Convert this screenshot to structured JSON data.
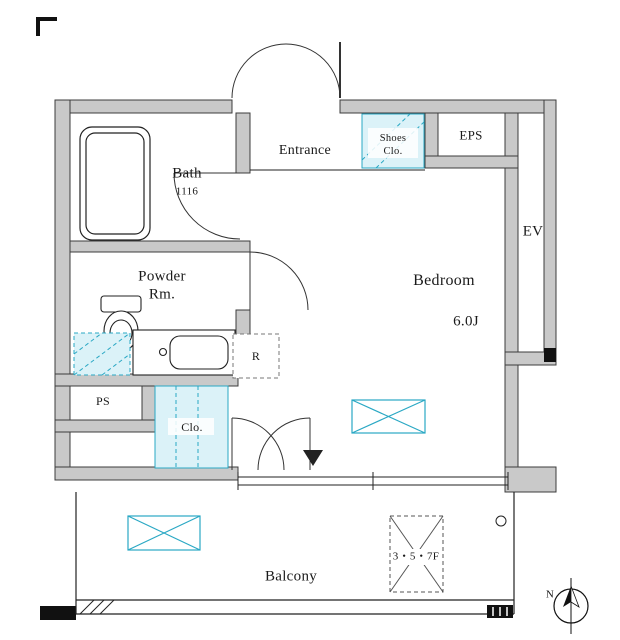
{
  "rooms": {
    "bath": {
      "label": "Bath",
      "size": "1116"
    },
    "powder": {
      "line1": "Powder",
      "line2": "Rm."
    },
    "entrance": {
      "label": "Entrance"
    },
    "shoes_closet": {
      "line1": "Shoes",
      "line2": "Clo."
    },
    "eps": {
      "label": "EPS"
    },
    "elevator": {
      "label": "EV"
    },
    "bedroom": {
      "label": "Bedroom",
      "size": "6.0J"
    },
    "refrigerator_space": {
      "label": "R"
    },
    "pipe_space": {
      "label": "PS"
    },
    "closet": {
      "label": "Clo."
    },
    "balcony": {
      "label": "Balcony"
    }
  },
  "annotations": {
    "floor_levels": "3・5・7F",
    "compass_north": "N"
  },
  "colors": {
    "wall_gray": "#c9c9c9",
    "line_black": "#1a1a1a",
    "accent_cyan": "#2aa8c4",
    "accent_cyan_fill": "#dbf2f8"
  }
}
